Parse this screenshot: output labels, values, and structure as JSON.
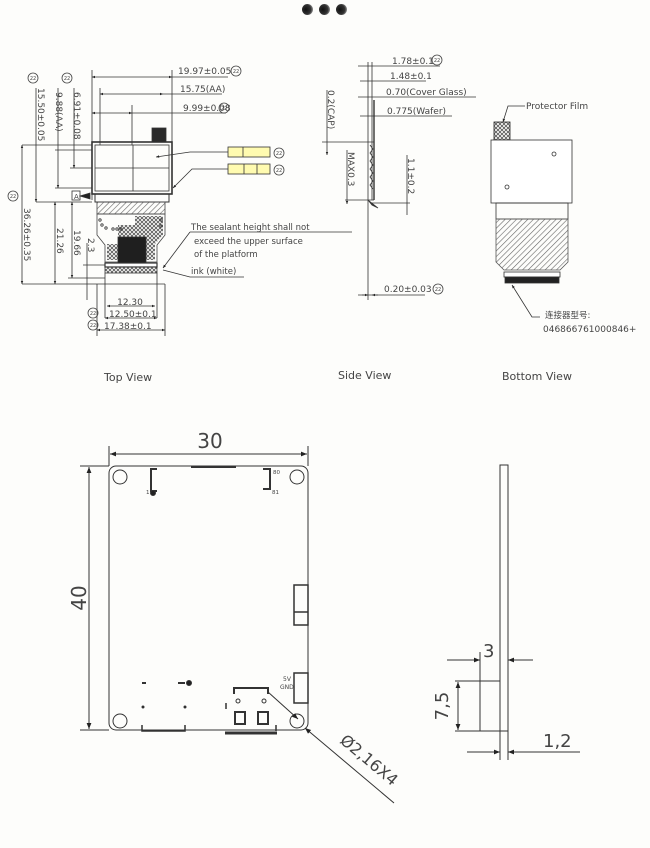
{
  "pager": {
    "dots": 3
  },
  "top_view": {
    "label": "Top View",
    "dims": {
      "width_outline": "19.97±0.05",
      "width_aa": "15.75(AA)",
      "width_partial": "9.99±0.08",
      "height_outline": "15.50±0.05",
      "height_aa": "9.88(AA)",
      "height_partial": "6.91±0.08",
      "total_height": "36.26±0.35",
      "fpc_len1": "21.26",
      "fpc_len2": "19.66",
      "fpc_small": "2.3",
      "bottom_w1": "12.30",
      "bottom_w2": "12.50±0.1",
      "bottom_w3": "17.38±0.1"
    },
    "datum": "A",
    "note_sealant_1": "The sealant height shall not",
    "note_sealant_2": "exceed the upper surface",
    "note_sealant_3": "of the platform",
    "note_ink": "ink (white)",
    "critical_mark": "22"
  },
  "side_view": {
    "label": "Side View",
    "dims": {
      "t1": "1.78±0.1",
      "t2": "1.48±0.1",
      "t3": "0.70(Cover Glass)",
      "t4": "0.775(Wafer)",
      "cap": "0.2(CAP)",
      "max": "MAX0.3",
      "bend": "1.1±0.2",
      "fpc_thk": "0.20±0.03"
    }
  },
  "bottom_view": {
    "label": "Bottom View",
    "protector_label": "Protector Film",
    "connector_label": "连接器型号:",
    "connector_part": "046866761000846+"
  },
  "pcb_view": {
    "width": "30",
    "height": "40",
    "hole": "Ø2,16X4",
    "pin_top_right_a": "80",
    "pin_top_right_b": "81",
    "pin_top_left": "1",
    "power_5v": "5V",
    "power_gnd": "GND"
  },
  "pcb_side": {
    "dim_3": "3",
    "dim_7_5": "7,5",
    "dim_1_2": "1,2"
  }
}
